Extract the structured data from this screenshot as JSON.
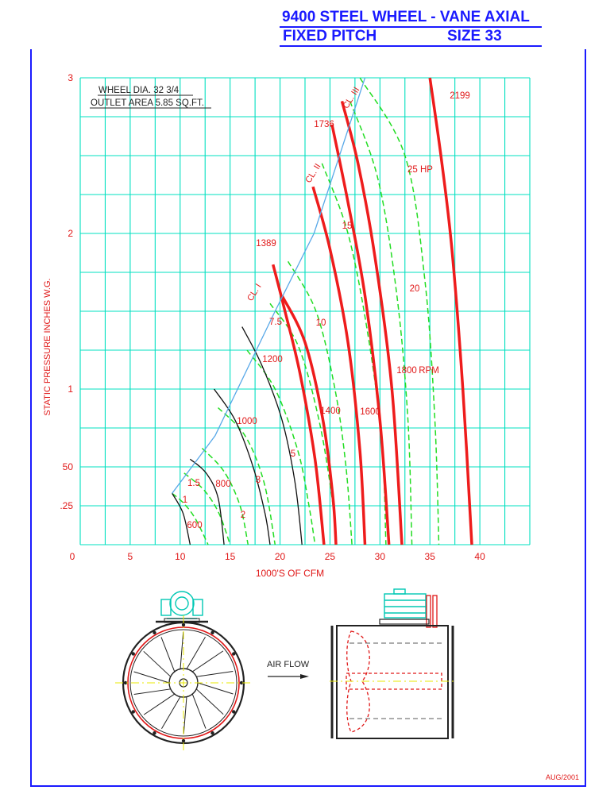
{
  "header": {
    "line1": "9400 STEEL WHEEL - VANE AXIAL",
    "line2_left": "FIXED PITCH",
    "line2_right": "SIZE 33"
  },
  "info": {
    "wheel_dia": "WHEEL DIA. 32 3/4",
    "outlet_area": "OUTLET AREA 5.85 SQ.FT."
  },
  "chart_data": {
    "type": "line",
    "xlabel": "1000'S OF CFM",
    "ylabel": "STATIC PRESSURE INCHES W.G.",
    "xlim": [
      0,
      45
    ],
    "ylim": [
      0,
      3
    ],
    "xticks": [
      0,
      5,
      10,
      15,
      20,
      25,
      30,
      35,
      40
    ],
    "xtick_labels": [
      "0",
      "5",
      "10",
      "15",
      "20",
      "25",
      "30",
      "35",
      "40"
    ],
    "yticks": [
      0,
      0.25,
      0.5,
      1,
      2,
      3
    ],
    "ytick_labels": [
      "0",
      ".25",
      "50",
      "1",
      "2",
      "3"
    ],
    "grid": true,
    "class_limit": {
      "name": "class-limit",
      "points": [
        [
          9.2,
          0.33
        ],
        [
          13.5,
          0.7
        ],
        [
          19.5,
          1.5
        ],
        [
          23.4,
          2.0
        ],
        [
          28.5,
          3.0
        ]
      ],
      "labels": [
        "CL. I",
        "CL. II",
        "CL. III"
      ]
    },
    "rpm_curves": [
      {
        "label": "600",
        "points": [
          [
            9.2,
            0.33
          ],
          [
            10.3,
            0.2
          ],
          [
            11.0,
            0.0
          ]
        ]
      },
      {
        "label": "800",
        "points": [
          [
            11.0,
            0.55
          ],
          [
            12.6,
            0.46
          ],
          [
            13.8,
            0.3
          ],
          [
            14.4,
            0.0
          ]
        ]
      },
      {
        "label": "1000",
        "points": [
          [
            13.4,
            1.0
          ],
          [
            15.5,
            0.8
          ],
          [
            17.3,
            0.5
          ],
          [
            18.5,
            0.2
          ],
          [
            19.0,
            0.0
          ]
        ]
      },
      {
        "label": "1200",
        "points": [
          [
            16.2,
            1.4
          ],
          [
            18.2,
            1.15
          ],
          [
            20.2,
            0.8
          ],
          [
            21.5,
            0.4
          ],
          [
            22.2,
            0.0
          ]
        ]
      },
      {
        "label": "1389",
        "points": [
          [
            19.3,
            1.8
          ],
          [
            20.5,
            1.5
          ],
          [
            22.0,
            1.1
          ],
          [
            23.5,
            0.55
          ],
          [
            24.4,
            0.0
          ]
        ]
      },
      {
        "label": "1400",
        "points": [
          [
            20.2,
            1.6
          ],
          [
            22.5,
            1.3
          ],
          [
            24.3,
            0.8
          ],
          [
            25.3,
            0.3
          ],
          [
            25.6,
            0.0
          ]
        ]
      },
      {
        "label": "1600",
        "points": [
          [
            23.3,
            2.3
          ],
          [
            25.0,
            1.9
          ],
          [
            26.8,
            1.3
          ],
          [
            28.0,
            0.6
          ],
          [
            28.5,
            0.0
          ]
        ]
      },
      {
        "label": "1736",
        "points": [
          [
            25.2,
            2.7
          ],
          [
            26.8,
            2.2
          ],
          [
            28.5,
            1.6
          ],
          [
            30.0,
            0.8
          ],
          [
            30.9,
            0.0
          ]
        ]
      },
      {
        "label": "1800",
        "points": [
          [
            26.2,
            2.85
          ],
          [
            27.8,
            2.45
          ],
          [
            29.5,
            1.85
          ],
          [
            31.2,
            1.0
          ],
          [
            32.2,
            0.0
          ]
        ]
      },
      {
        "label": "2199",
        "points": [
          [
            35.0,
            3.0
          ],
          [
            36.1,
            2.5
          ],
          [
            37.2,
            1.9
          ],
          [
            38.3,
            1.0
          ],
          [
            39.2,
            0.0
          ]
        ]
      }
    ],
    "rpm_label": "RPM",
    "hp_curves": [
      {
        "label": "1",
        "points": [
          [
            9.2,
            0.33
          ],
          [
            10.3,
            0.27
          ],
          [
            11.5,
            0.17
          ],
          [
            12.8,
            0.0
          ]
        ]
      },
      {
        "label": "1.5",
        "points": [
          [
            10.4,
            0.46
          ],
          [
            12.4,
            0.35
          ],
          [
            13.9,
            0.2
          ],
          [
            15.0,
            0.0
          ]
        ]
      },
      {
        "label": "2",
        "points": [
          [
            12.2,
            0.62
          ],
          [
            14.4,
            0.47
          ],
          [
            16.0,
            0.25
          ],
          [
            16.8,
            0.0
          ]
        ]
      },
      {
        "label": "3",
        "points": [
          [
            13.8,
            0.88
          ],
          [
            16.5,
            0.7
          ],
          [
            18.4,
            0.4
          ],
          [
            19.5,
            0.0
          ]
        ]
      },
      {
        "label": "5",
        "points": [
          [
            16.7,
            1.25
          ],
          [
            19.5,
            1.0
          ],
          [
            21.8,
            0.6
          ],
          [
            22.9,
            0.25
          ],
          [
            23.5,
            0.0
          ]
        ]
      },
      {
        "label": "7.5",
        "points": [
          [
            19.0,
            1.55
          ],
          [
            21.8,
            1.28
          ],
          [
            23.9,
            0.8
          ],
          [
            25.2,
            0.3
          ],
          [
            25.6,
            0.0
          ]
        ]
      },
      {
        "label": "10",
        "points": [
          [
            20.8,
            1.82
          ],
          [
            23.6,
            1.5
          ],
          [
            25.5,
            1.0
          ],
          [
            26.6,
            0.5
          ],
          [
            27.2,
            0.0
          ]
        ]
      },
      {
        "label": "15",
        "points": [
          [
            24.2,
            2.45
          ],
          [
            26.8,
            2.0
          ],
          [
            28.8,
            1.35
          ],
          [
            30.2,
            0.65
          ],
          [
            30.6,
            0.0
          ]
        ]
      },
      {
        "label": "20",
        "points": [
          [
            27.0,
            2.85
          ],
          [
            29.8,
            2.35
          ],
          [
            31.7,
            1.6
          ],
          [
            32.8,
            0.8
          ],
          [
            33.2,
            0.0
          ]
        ]
      },
      {
        "label": "25 HP",
        "points": [
          [
            28.0,
            3.0
          ],
          [
            32.5,
            2.5
          ],
          [
            34.5,
            1.7
          ],
          [
            35.5,
            0.8
          ],
          [
            35.9,
            0.0
          ]
        ]
      }
    ]
  },
  "diagram": {
    "air_flow_label": "AIR FLOW"
  },
  "footer": {
    "date": "AUG/2001"
  },
  "colors": {
    "grid": "#00e0c0",
    "header": "#1a1aff",
    "curve_red": "#ee1c1c",
    "hp_green": "#22dd22",
    "class_line": "#58a8e8",
    "label_red": "#e01818",
    "info_text": "#222222"
  }
}
